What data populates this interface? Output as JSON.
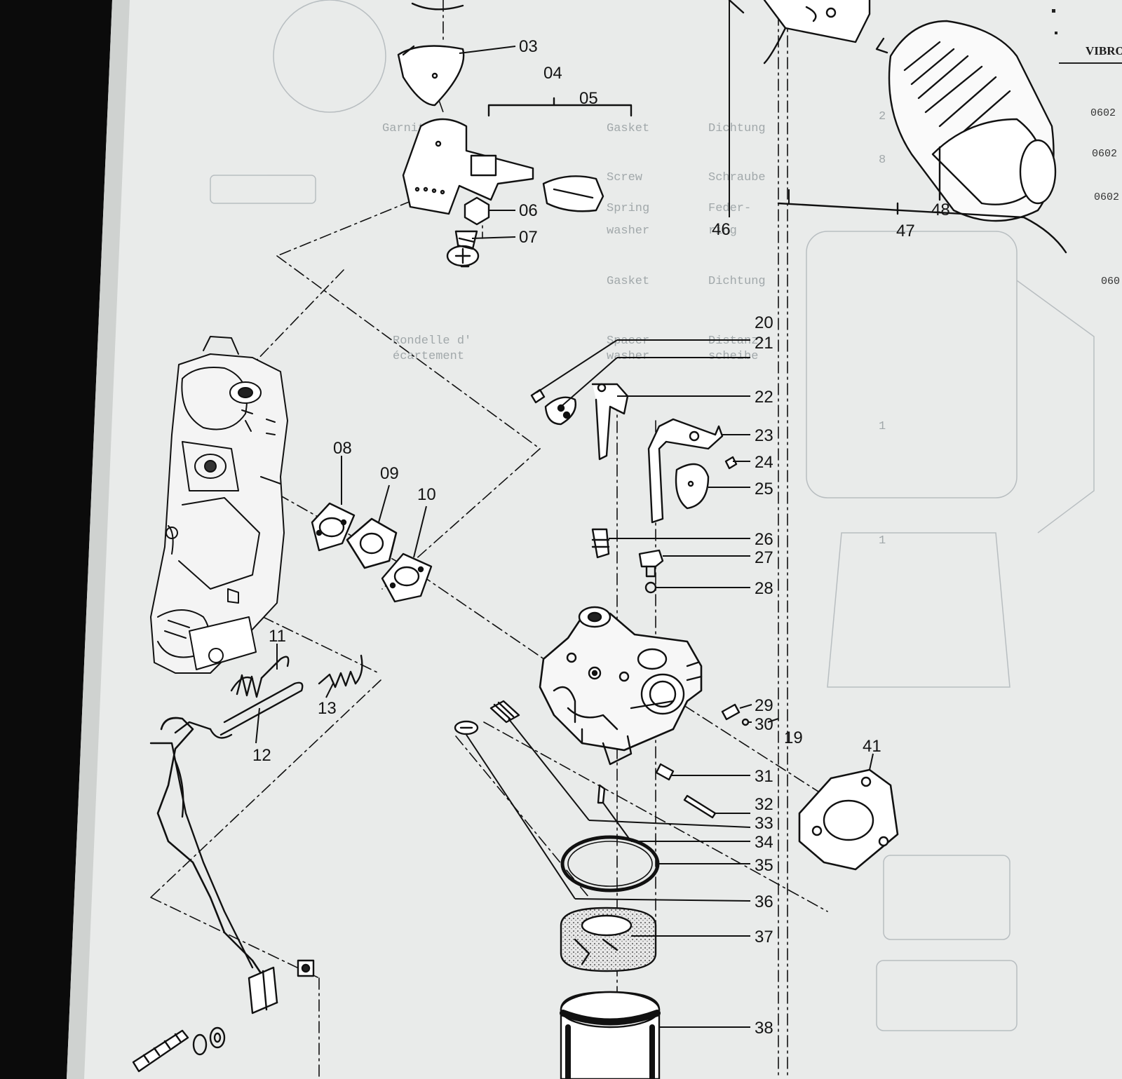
{
  "diagram": {
    "callouts": [
      "03",
      "04",
      "05",
      "06",
      "07",
      "08",
      "09",
      "10",
      "11",
      "12",
      "13",
      "19",
      "20",
      "21",
      "22",
      "23",
      "24",
      "25",
      "26",
      "27",
      "28",
      "29",
      "30",
      "31",
      "32",
      "33",
      "34",
      "35",
      "36",
      "37",
      "38",
      "41",
      "46",
      "47",
      "48"
    ],
    "bleed_rows": [
      {
        "de": "Dichtung",
        "en": "Gasket"
      },
      {
        "de": "Schraube",
        "en": "Screw"
      },
      {
        "de": "Feder-",
        "en": "Spring"
      },
      {
        "de": "ring",
        "en": "washer"
      },
      {
        "de": "Dichtung",
        "en": "Gasket"
      },
      {
        "de": "Distanz-",
        "en": "Spacer"
      },
      {
        "de": "scheibe",
        "en": "washer"
      }
    ],
    "bleed_fr": [
      "Garniture",
      "Rondelle d'",
      "écartement"
    ],
    "right_edge_header": "VIBRO",
    "right_edge_numbers": [
      "0602",
      "0602",
      "0602",
      "060"
    ],
    "qty_marks": [
      "2",
      "8",
      "1",
      "1"
    ]
  }
}
